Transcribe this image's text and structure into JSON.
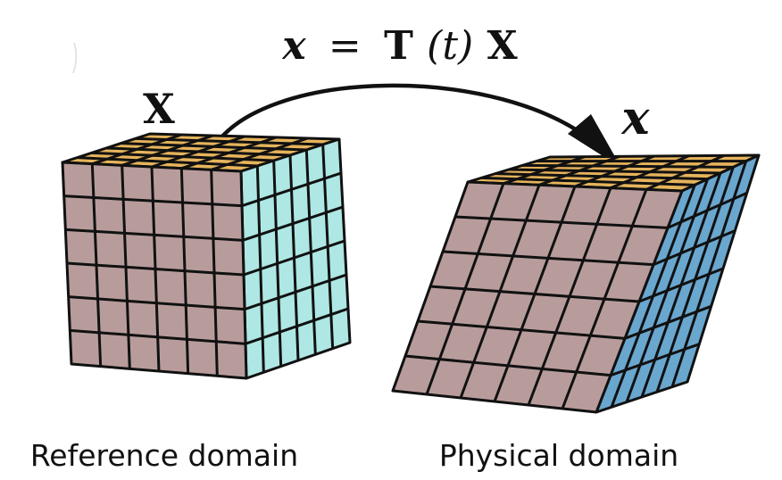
{
  "equation": {
    "lhs": "x",
    "equals": "=",
    "operator": "T",
    "argument": "(t)",
    "rhs": "X"
  },
  "reference": {
    "symbol": "X",
    "caption": "Reference domain",
    "grid_divisions": 6
  },
  "physical": {
    "symbol": "x",
    "caption": "Physical domain",
    "grid_divisions": 6
  },
  "colors": {
    "front_face": "#b89c9c",
    "top_face": "#e6b45c",
    "reference_side_face": "#aee7e4",
    "physical_side_face": "#6aa7cf",
    "edges": "#111111"
  },
  "icons": {
    "arrow": "curved-arrow-icon"
  }
}
